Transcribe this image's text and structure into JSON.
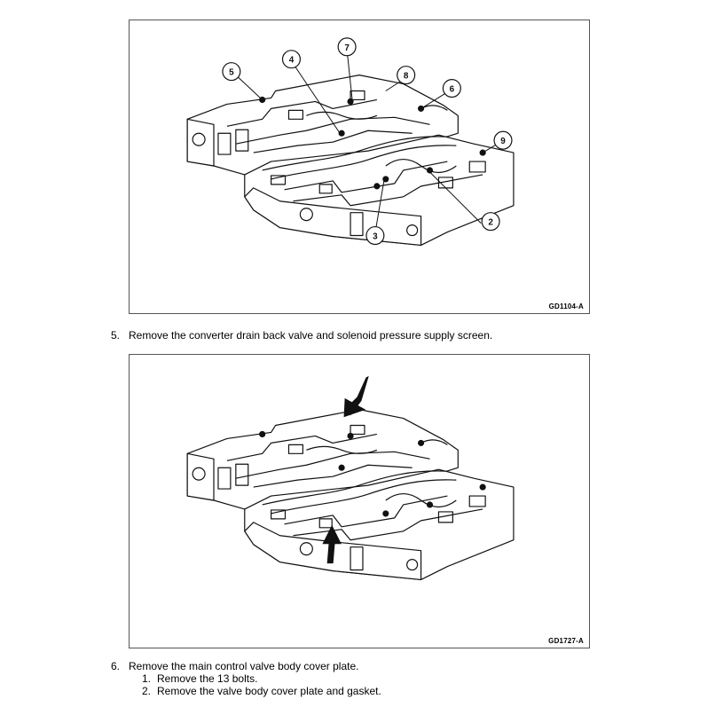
{
  "figure1": {
    "id_label": "GD1104-A",
    "callouts": [
      "5",
      "4",
      "7",
      "8",
      "6",
      "9",
      "2",
      "3"
    ]
  },
  "step5": {
    "number": "5.",
    "text": "Remove the converter drain back valve and solenoid pressure supply screen."
  },
  "figure2": {
    "id_label": "GD1727-A"
  },
  "step6": {
    "number": "6.",
    "text": "Remove the main control valve body cover plate.",
    "substeps": [
      {
        "number": "1.",
        "text": "Remove the 13 bolts."
      },
      {
        "number": "2.",
        "text": "Remove the valve body cover plate and gasket."
      }
    ]
  }
}
